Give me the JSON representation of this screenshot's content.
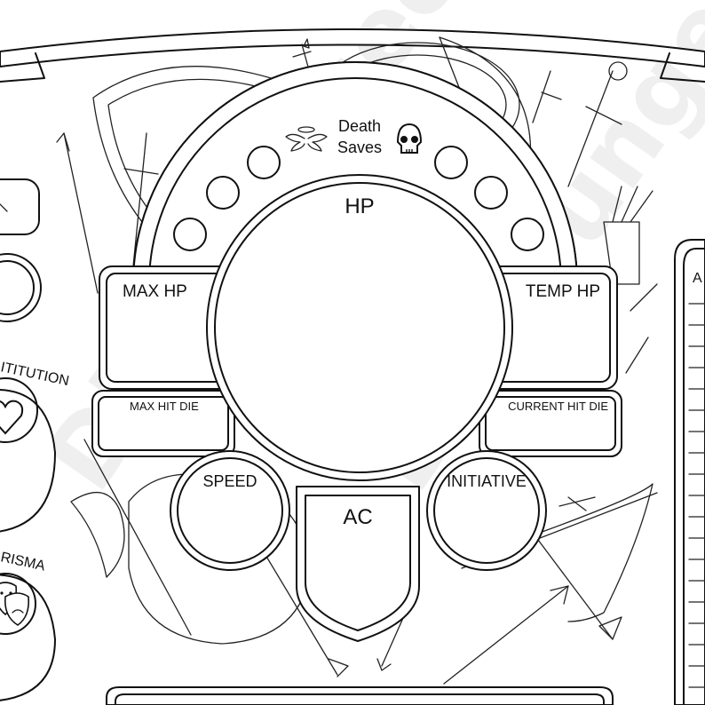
{
  "death_saves": {
    "title_line1": "Death",
    "title_line2": "Saves",
    "success_icon": "angel-wings-icon",
    "failure_icon": "skull-icon"
  },
  "hp": {
    "label": "HP"
  },
  "max_hp": {
    "label": "MAX HP"
  },
  "temp_hp": {
    "label": "TEMP HP"
  },
  "max_hit_die": {
    "label": "MAX HIT DIE"
  },
  "current_hit_die": {
    "label": "CURRENT HIT DIE"
  },
  "speed": {
    "label": "SPEED"
  },
  "armor_class": {
    "label": "AC"
  },
  "initiative": {
    "label": "INITIATIVE"
  },
  "left_column": {
    "constitution_label": "ITITUTION",
    "charisma_label": "RISMA",
    "constitution_icon": "heart-icon",
    "charisma_icon": "theater-masks-icon"
  },
  "right_column": {
    "panel_label_fragment": "A"
  },
  "watermark": {
    "text": "DigiDungeon"
  }
}
